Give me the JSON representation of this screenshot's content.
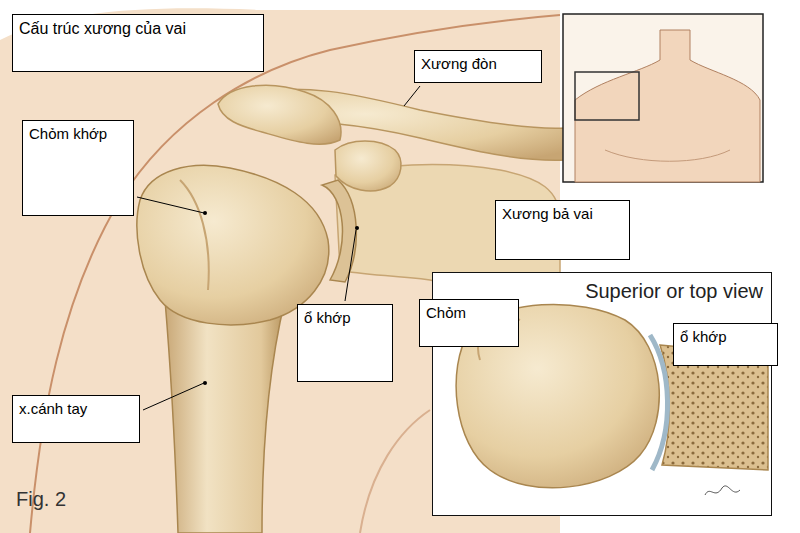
{
  "diagram": {
    "title": "Cấu trúc xương của vai",
    "nodes": [
      {
        "text": [
          "Xương đòn"
        ]
      },
      {
        "text": [
          "Chỏm khớp"
        ]
      },
      {
        "text": [
          "Xương bả vai"
        ]
      },
      {
        "text": [
          "Superior or top view"
        ]
      },
      {
        "text": [
          "Chỏm"
        ],
        "in": 3
      },
      {
        "text": [
          "ổ khớp"
        ],
        "in": 3
      },
      {
        "text": [
          "ổ khớp"
        ]
      },
      {
        "text": [
          "x.cánh tay"
        ]
      }
    ],
    "labels": [
      "Fig. 2"
    ]
  }
}
